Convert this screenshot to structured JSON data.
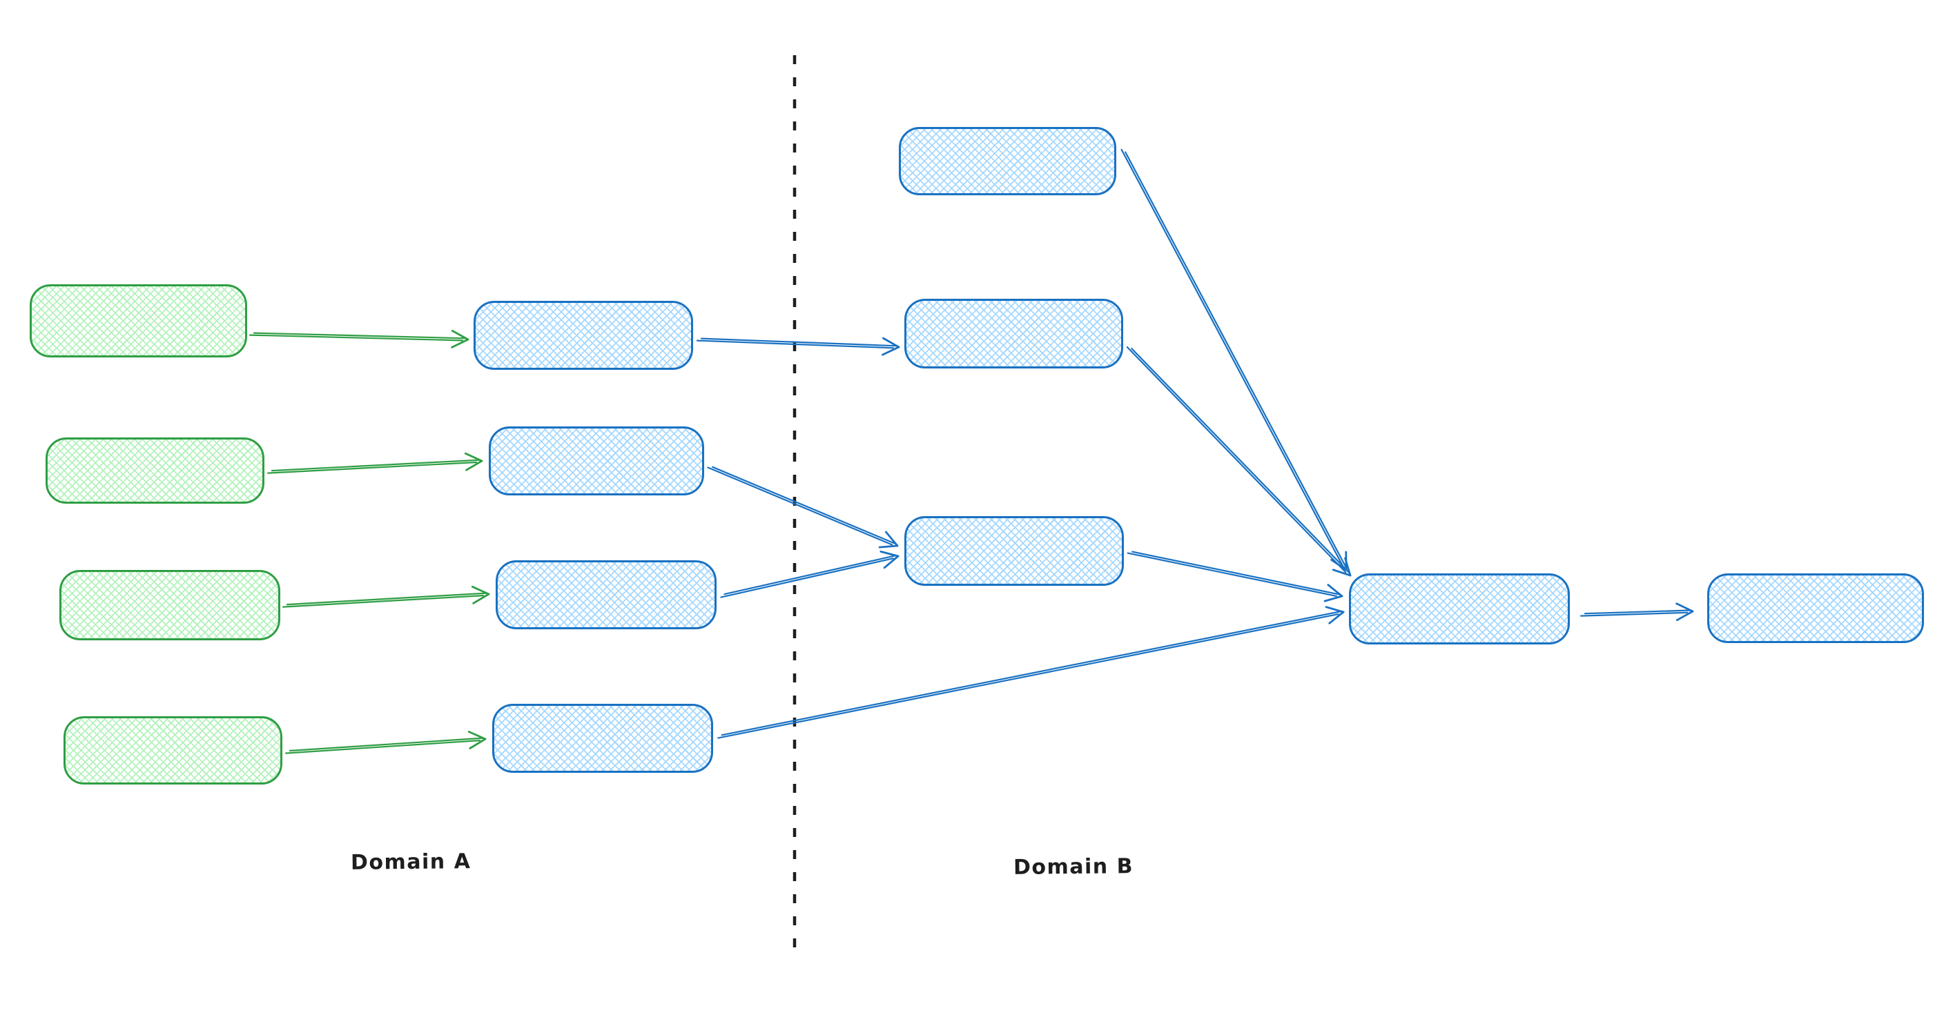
{
  "diagram": {
    "labels": {
      "domain_a": "Domain A",
      "domain_b": "Domain B"
    },
    "colors": {
      "green_stroke": "#2f9e44",
      "green_fill": "#b2f2bb",
      "blue_stroke": "#1971c2",
      "blue_fill": "#a5d8ff",
      "divider": "#1e1e1e",
      "label_text": "#1e1e1e",
      "background": "#ffffff"
    },
    "graph": {
      "type": "flow",
      "style": "hand-drawn, cross-hatch filled rounded rectangles, open-V arrowheads, no text inside nodes",
      "domains": [
        {
          "label": "Domain A",
          "nodes": [
            "source-1",
            "source-2",
            "source-3",
            "source-4",
            "stage-a1",
            "stage-a2",
            "stage-a3",
            "stage-a4"
          ]
        },
        {
          "label": "Domain B",
          "nodes": [
            "stage-b1",
            "stage-b2",
            "stage-b3",
            "hub",
            "output"
          ]
        }
      ],
      "node_colors": {
        "source-1": "green",
        "source-2": "green",
        "source-3": "green",
        "source-4": "green",
        "stage-a1": "blue",
        "stage-a2": "blue",
        "stage-a3": "blue",
        "stage-a4": "blue",
        "stage-b1": "blue",
        "stage-b2": "blue",
        "stage-b3": "blue",
        "hub": "blue",
        "output": "blue"
      },
      "edges": [
        {
          "from": "source-1",
          "to": "stage-a1",
          "color": "green"
        },
        {
          "from": "source-2",
          "to": "stage-a2",
          "color": "green"
        },
        {
          "from": "source-3",
          "to": "stage-a3",
          "color": "green"
        },
        {
          "from": "source-4",
          "to": "stage-a4",
          "color": "green"
        },
        {
          "from": "stage-a1",
          "to": "stage-b2",
          "color": "blue"
        },
        {
          "from": "stage-a2",
          "to": "stage-b3",
          "color": "blue"
        },
        {
          "from": "stage-a3",
          "to": "stage-b3",
          "color": "blue"
        },
        {
          "from": "stage-a4",
          "to": "hub",
          "color": "blue"
        },
        {
          "from": "stage-b1",
          "to": "hub",
          "color": "blue"
        },
        {
          "from": "stage-b2",
          "to": "hub",
          "color": "blue"
        },
        {
          "from": "stage-b3",
          "to": "hub",
          "color": "blue"
        },
        {
          "from": "hub",
          "to": "output",
          "color": "blue"
        }
      ],
      "divider": {
        "orientation": "vertical",
        "style": "dashed",
        "separates": [
          "Domain A",
          "Domain B"
        ]
      }
    }
  }
}
